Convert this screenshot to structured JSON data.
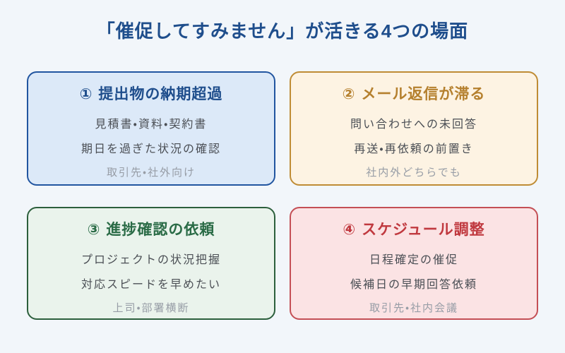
{
  "page": {
    "title": "「催促してすみません」が活きる4つの場面",
    "background_color": "#f2f6fa",
    "title_color": "#1f4e8c"
  },
  "cards": [
    {
      "number": "①",
      "title": "提出物の納期超過",
      "lines": [
        "見積書・資料・契約書",
        "期日を過ぎた状況の確認"
      ],
      "tag": "取引先・社外向け",
      "colors": {
        "accent": "#1f4e8c",
        "border": "#2155a0",
        "background": "#dce9f8"
      }
    },
    {
      "number": "②",
      "title": "メール返信が滞る",
      "lines": [
        "問い合わせへの未回答",
        "再送・再依頼の前置き"
      ],
      "tag": "社内外どちらでも",
      "colors": {
        "accent": "#b5802e",
        "border": "#bf8c35",
        "background": "#fdf3e3"
      }
    },
    {
      "number": "③",
      "title": "進捗確認の依頼",
      "lines": [
        "プロジェクトの状況把握",
        "対応スピードを早めたい"
      ],
      "tag": "上司・部署横断",
      "colors": {
        "accent": "#2a6b46",
        "border": "#2c5f3c",
        "background": "#eaf3ec"
      }
    },
    {
      "number": "④",
      "title": "スケジュール調整",
      "lines": [
        "日程確定の催促",
        "候補日の早期回答依頼"
      ],
      "tag": "取引先・社内会議",
      "colors": {
        "accent": "#c0393f",
        "border": "#c44f55",
        "background": "#fbe3e4"
      }
    }
  ]
}
